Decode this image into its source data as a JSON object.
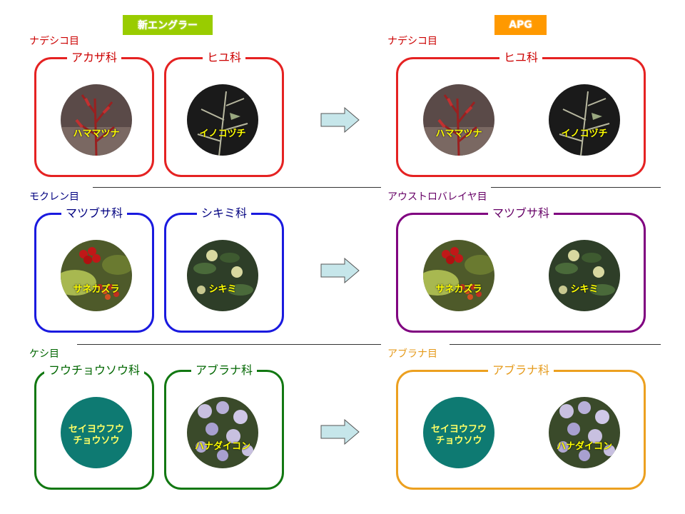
{
  "headers": {
    "left": {
      "label": "新エングラー",
      "color": "#99cc00"
    },
    "right": {
      "label": "APG",
      "color": "#ff9900"
    }
  },
  "rows": [
    {
      "left_order": {
        "label": "ナデシコ目",
        "color": "#cc0000"
      },
      "left_families": [
        {
          "label": "アカザ科",
          "color": "#e52222",
          "plant": "ハママツナ",
          "photo": "dark-red-plant"
        },
        {
          "label": "ヒユ科",
          "color": "#e52222",
          "plant": "イノコヅチ",
          "photo": "dark-grass"
        }
      ],
      "right_order": {
        "label": "ナデシコ目",
        "color": "#cc0000"
      },
      "right_family": {
        "label": "ヒユ科",
        "color": "#e52222",
        "plants": [
          "ハママツナ",
          "イノコヅチ"
        ]
      }
    },
    {
      "left_order": {
        "label": "モクレン目",
        "color": "#000080"
      },
      "left_families": [
        {
          "label": "マツブサ科",
          "color": "#1a1adf",
          "plant": "サネカズラ",
          "photo": "red-berries"
        },
        {
          "label": "シキミ科",
          "color": "#1a1adf",
          "plant": "シキミ",
          "photo": "green-flowers"
        }
      ],
      "right_order": {
        "label": "アウストロバレイヤ目",
        "color": "#660066"
      },
      "right_family": {
        "label": "マツブサ科",
        "color": "#800080",
        "plants": [
          "サネカズラ",
          "シキミ"
        ]
      }
    },
    {
      "left_order": {
        "label": "ケシ目",
        "color": "#006600"
      },
      "left_families": [
        {
          "label": "フウチョウソウ科",
          "color": "#127812",
          "plant": "セイヨウフウ チョウソウ",
          "photo": "teal"
        },
        {
          "label": "アブラナ科",
          "color": "#127812",
          "plant": "ハナダイコン",
          "photo": "purple-flowers"
        }
      ],
      "right_order": {
        "label": "アブラナ目",
        "color": "#e59a1a"
      },
      "right_family": {
        "label": "アブラナ科",
        "color": "#eca020",
        "plants": [
          "セイヨウフウ チョウソウ",
          "ハナダイコン"
        ]
      }
    }
  ],
  "arrow": {
    "fill": "#c6e6ea",
    "stroke": "#555555"
  }
}
